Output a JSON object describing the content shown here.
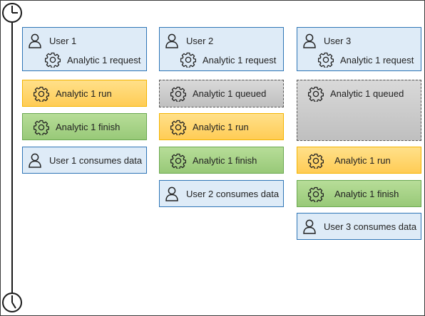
{
  "icons": {
    "timeline_start": "clock-icon",
    "timeline_end": "clock-icon",
    "user": "user-icon",
    "process": "gear-icon"
  },
  "colors": {
    "user_box": "#deebf7",
    "run": "#ffd666",
    "finish": "#a9d18e",
    "queued": "#c9c9c9",
    "border_blue": "#2e75b6"
  },
  "columns": [
    {
      "user": "User 1",
      "request": "Analytic 1 request",
      "run": "Analytic 1 run",
      "finish": "Analytic 1 finish",
      "consume": "User 1 consumes data"
    },
    {
      "user": "User 2",
      "request": "Analytic 1 request",
      "queued": "Analytic 1 queued",
      "run": "Analytic 1 run",
      "finish": "Analytic 1 finish",
      "consume": "User 2 consumes data"
    },
    {
      "user": "User 3",
      "request": "Analytic 1 request",
      "queued": "Analytic 1 queued",
      "run": "Analytic 1 run",
      "finish": "Analytic 1 finish",
      "consume": "User 3 consumes data"
    }
  ]
}
